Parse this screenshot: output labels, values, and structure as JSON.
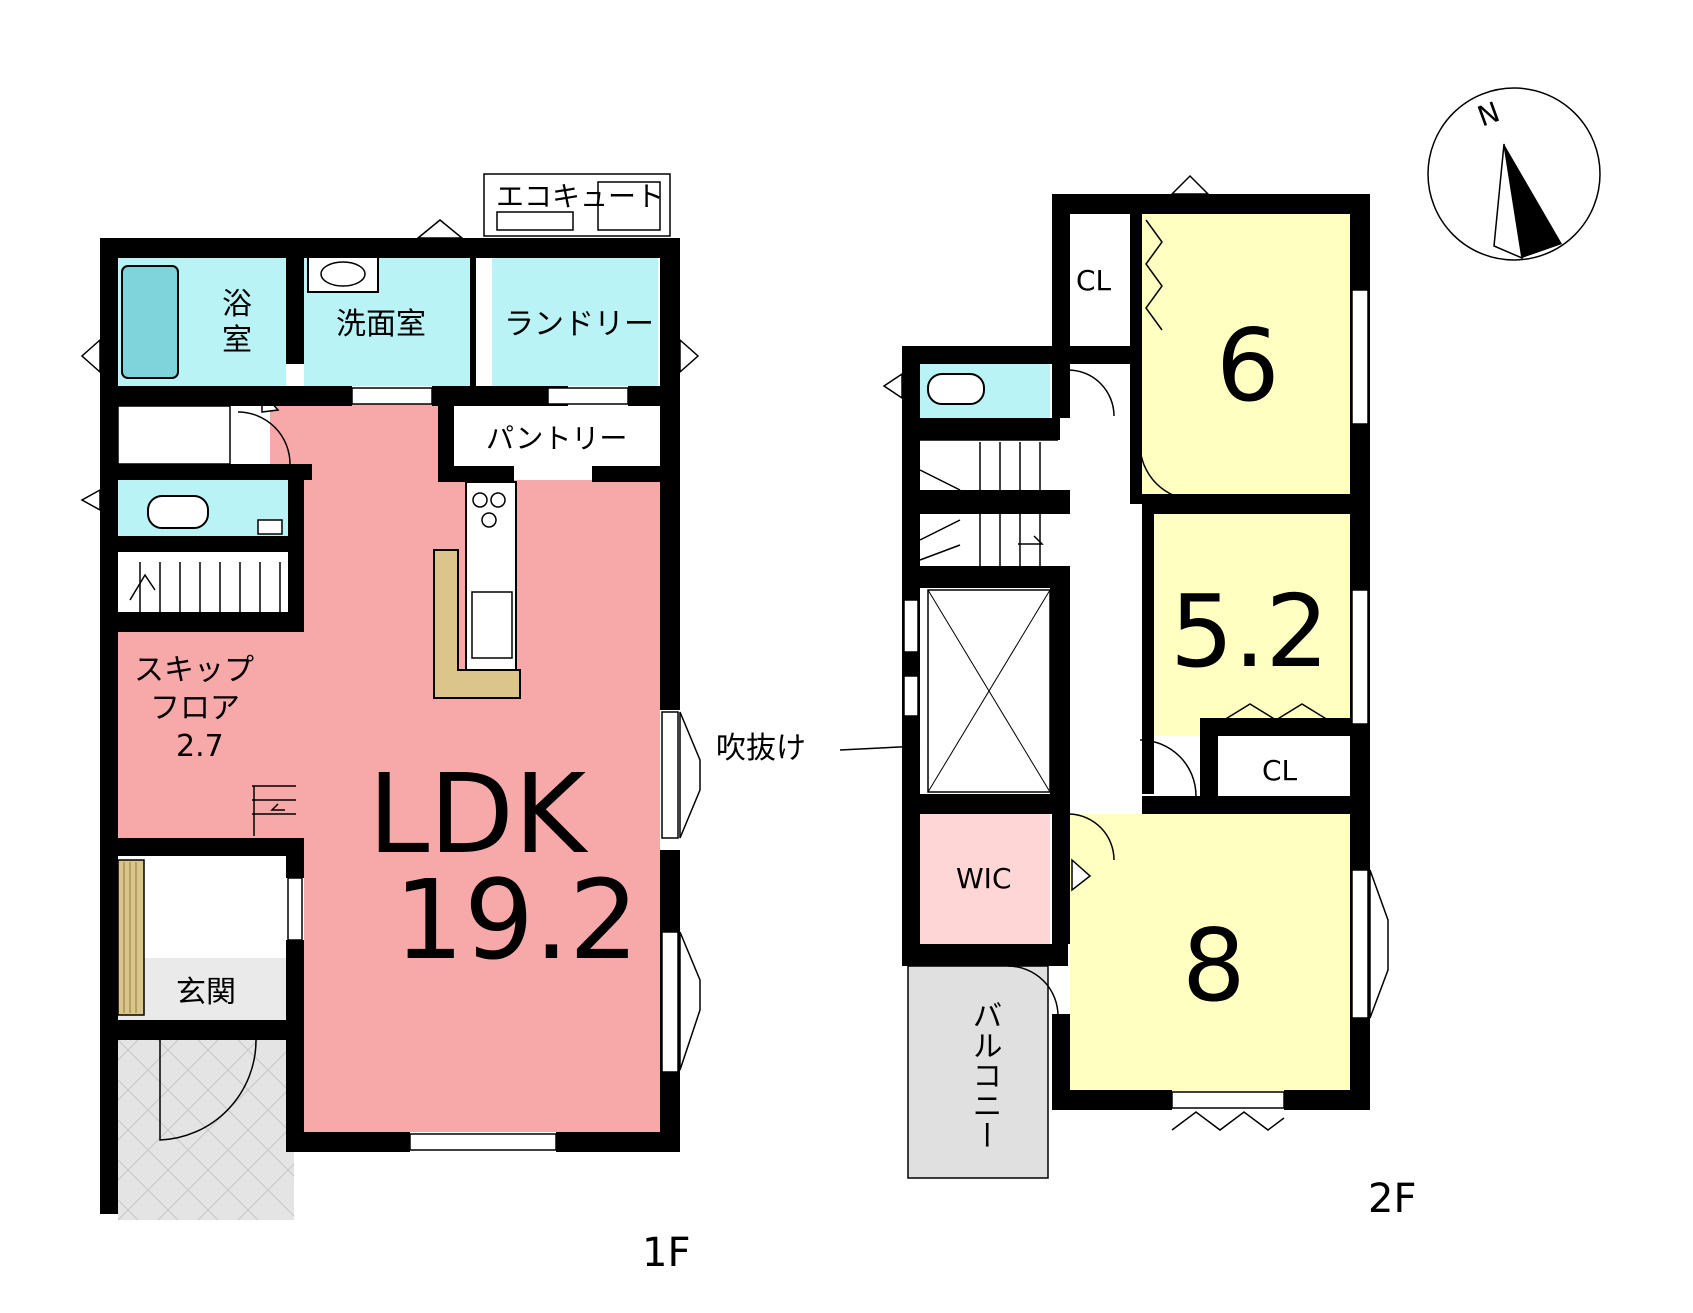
{
  "colors": {
    "wet": "#b9f3f6",
    "ldk": "#f7a8a8",
    "bedroom": "#ffffc2",
    "wic": "#ffd6d6",
    "counter": "#dcc58a",
    "balcony": "#e0e0e0",
    "entrance": "#eaeaea",
    "wall": "#000000"
  },
  "floor1": {
    "label": "1F",
    "rooms": {
      "eco_cute": "エコキュート",
      "bath_line1": "浴",
      "bath_line2": "室",
      "washroom": "洗面室",
      "laundry": "ランドリー",
      "pantry": "パントリー",
      "skip_line1": "スキップ",
      "skip_line2": "フロア",
      "skip_size": "2.7",
      "ldk_name": "LDK",
      "ldk_size": "19.2",
      "entrance": "玄関"
    }
  },
  "floor2": {
    "label": "2F",
    "rooms": {
      "bedroom_6": "6",
      "bedroom_52": "5.2",
      "bedroom_8": "8",
      "closet_a": "CL",
      "closet_b": "CL",
      "wic": "WIC",
      "void_label": "吹抜け",
      "balcony": "バルコニー"
    }
  },
  "compass": {
    "north": "N",
    "icon": "north-arrow-icon"
  }
}
